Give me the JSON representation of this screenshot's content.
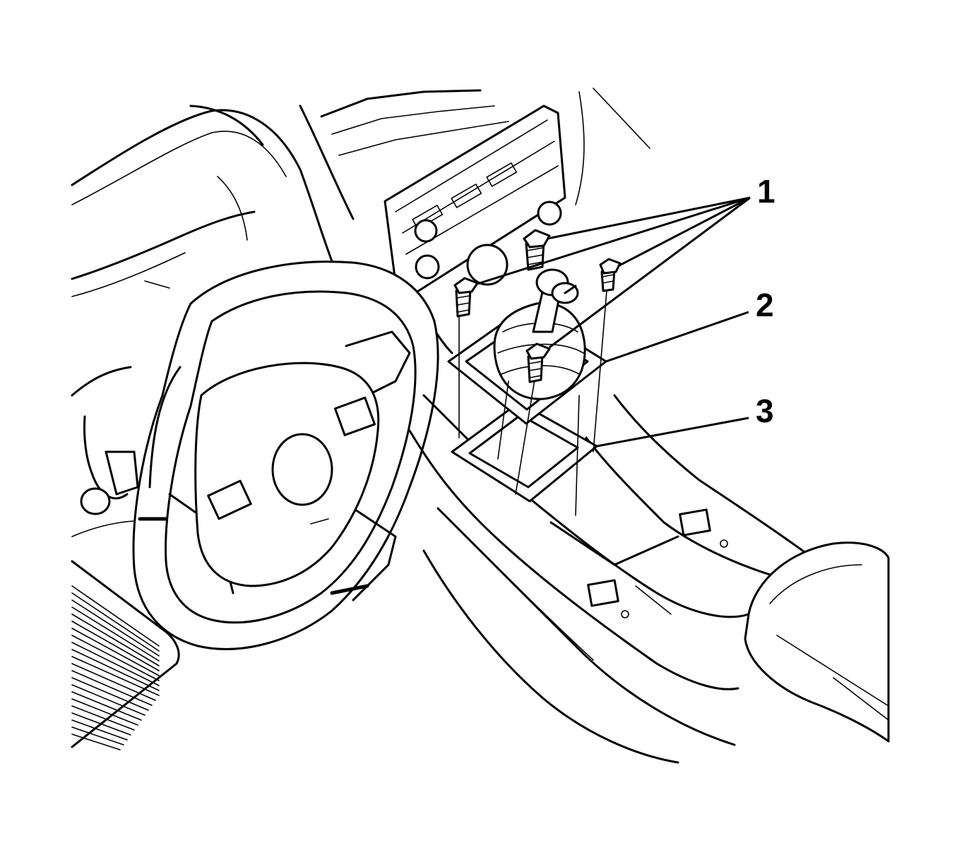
{
  "callouts": [
    {
      "number": "1",
      "part": "bolts"
    },
    {
      "number": "2",
      "part": "shifter-assembly"
    },
    {
      "number": "3",
      "part": "gasket"
    }
  ]
}
